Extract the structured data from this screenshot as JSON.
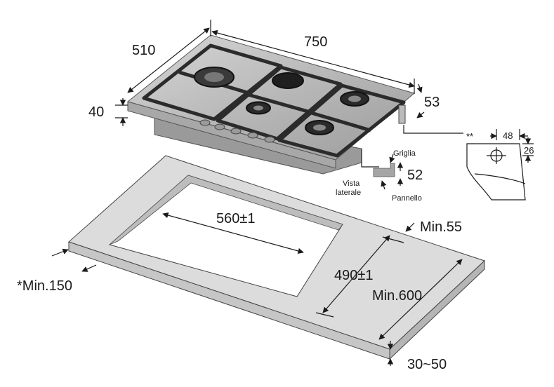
{
  "dimensions": {
    "width_750": "750",
    "depth_510": "510",
    "height_40": "40",
    "knob_53": "53",
    "cutout_560": "560±1",
    "cutout_490": "490±1",
    "min_55": "Min.55",
    "min_600": "Min.600",
    "min_150": "*Min.150",
    "thickness_30_50": "30~50",
    "side_52": "52",
    "detail_48": "48",
    "detail_26": "26",
    "detail_marker": "**"
  },
  "labels": {
    "griglia": "Griglia",
    "vista_line1": "Vista",
    "vista_line2": "laterale",
    "pannello": "Pannello"
  },
  "colors": {
    "steel": "#bdbdbd",
    "steel_dark": "#8f8f8f",
    "grate": "#2b2b2b",
    "counter_top": "#d9d9d9",
    "counter_edge": "#c4c4c4"
  }
}
